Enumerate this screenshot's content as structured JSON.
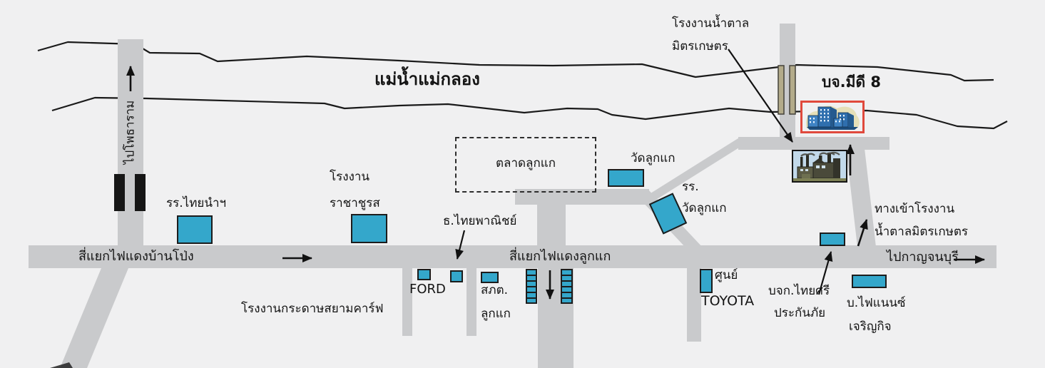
{
  "map": {
    "river": {
      "name": "แม่น้ำแม่กลอง"
    },
    "destinations": {
      "north": "ไปโพธาราม",
      "east": "ไปกาญจนบุรี"
    },
    "intersections": {
      "banpong": "สี่แยกไฟแดงบ้านโป่ง",
      "lukkae": "สี่แยกไฟแดงลูกแก"
    },
    "target": {
      "name": "บจ.มีดี 8"
    },
    "places": {
      "sugar_factory": {
        "line1": "โรงงานน้ำตาล",
        "line2": "มิตรเกษตร"
      },
      "factory_entrance": {
        "line1": "ทางเข้าโรงงาน",
        "line2": "น้ำตาลมิตรเกษตร"
      },
      "thainam_school": "รร.ไทยนำฯ",
      "racha_factory": {
        "line1": "โรงงาน",
        "line2": "ราชาชูรส"
      },
      "market": "ตลาดลูกแก",
      "temple": "วัดลูกแก",
      "temple_school": {
        "line1": "รร.",
        "line2": "วัดลูกแก"
      },
      "scb_bank": "ธ.ไทยพาณิชย์",
      "ford": "FORD",
      "police": {
        "line1": "สภต.",
        "line2": "ลูกแก"
      },
      "paper_factory": "โรงงานกระดาษสยามคาร์ฟ",
      "toyota": {
        "line1": "ศูนย์",
        "line2": "TOYOTA"
      },
      "thaisri_insurance": {
        "line1": "บจก.ไทยศรี",
        "line2": "ประกันภัย"
      },
      "finance": {
        "line1": "บ.ไฟแนนซ์",
        "line2": "เจริญกิจ"
      }
    },
    "colors": {
      "building": "#34a7cb",
      "road": "#c9cacc",
      "paper": "#f0f0f1",
      "highlight": "#e0493c",
      "bridge_bar": "#b3ab8a"
    }
  }
}
